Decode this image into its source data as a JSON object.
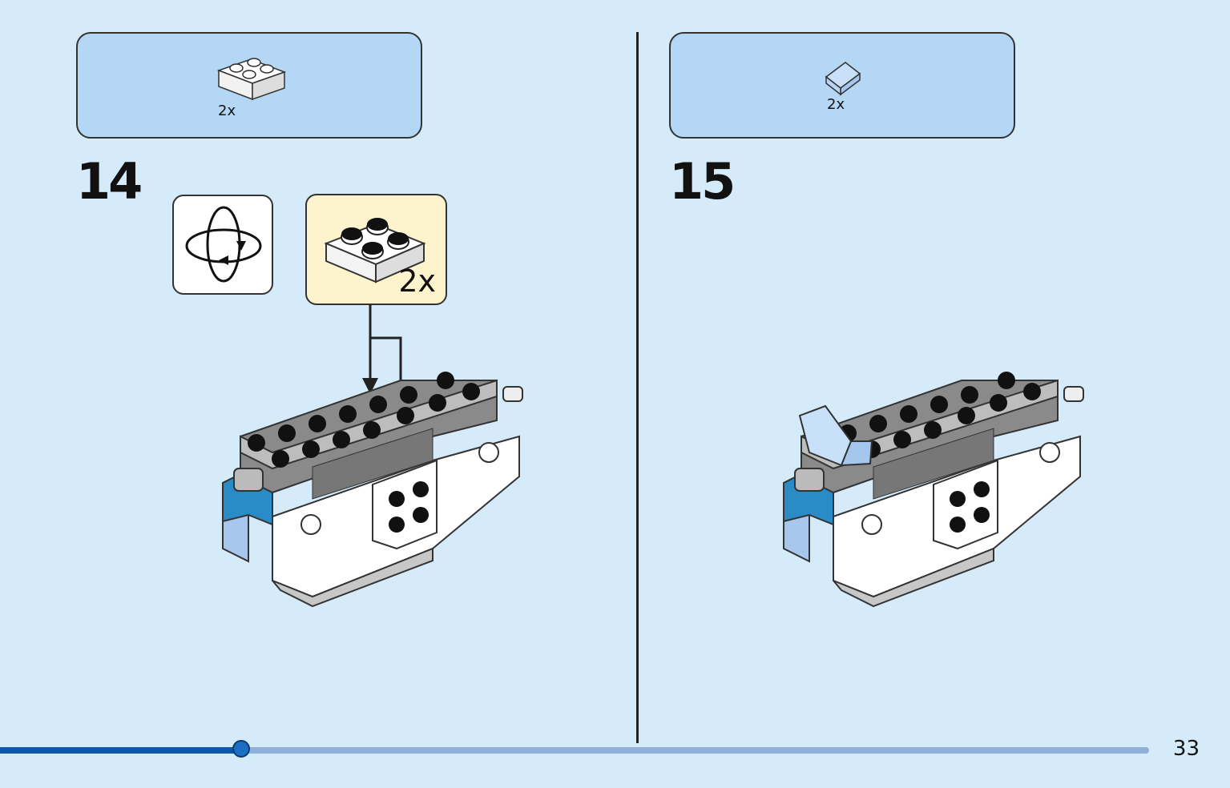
{
  "steps": [
    {
      "number": "14",
      "parts_qty": "2x",
      "callout_qty": "2x"
    },
    {
      "number": "15",
      "parts_qty": "2x"
    }
  ],
  "page": {
    "number": "33"
  },
  "progress": {
    "fraction": 0.21
  },
  "icons": {
    "rotate": "rotate-model-icon"
  },
  "colors": {
    "page_bg": "#d6ebfa",
    "parts_bg": "#b3d7f4",
    "callout_bg": "#fdf4cd",
    "progress_fill": "#0b5aa8",
    "progress_track": "#8eb0db"
  }
}
